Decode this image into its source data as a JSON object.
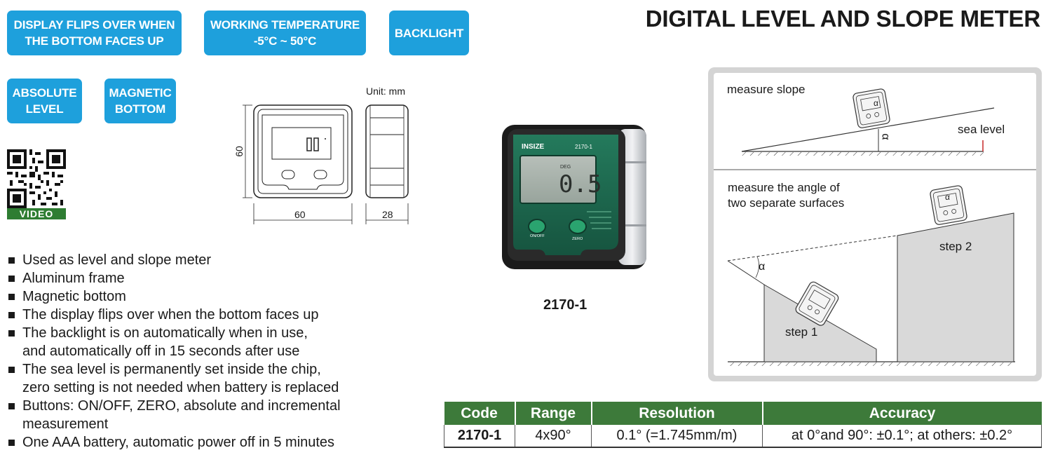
{
  "badges": [
    {
      "line1": "DISPLAY FLIPS OVER WHEN",
      "line2": "THE BOTTOM FACES UP"
    },
    {
      "line1": "WORKING TEMPERATURE",
      "line2": "-5°C ~ 50°C"
    },
    {
      "line1": "BACKLIGHT",
      "line2": ""
    },
    {
      "line1": "ABSOLUTE",
      "line2": "LEVEL"
    },
    {
      "line1": "MAGNETIC",
      "line2": "BOTTOM"
    }
  ],
  "title": "DIGITAL LEVEL AND SLOPE METER",
  "video_label": "VIDEO",
  "drawing": {
    "unit": "Unit: mm",
    "height_dim": "60",
    "width_dim": "60",
    "depth_dim": "28"
  },
  "features": [
    "Used as level and slope meter",
    "Aluminum frame",
    "Magnetic bottom",
    "The display flips over when the bottom faces up",
    "The backlight is on automatically when in use,",
    "and automatically off in 15 seconds after use",
    "The sea level is permanently set inside the chip,",
    "zero setting is not needed when battery is replaced",
    "Buttons: ON/OFF, ZERO, absolute and incremental",
    "measurement",
    "One AAA battery, automatic power off in 5 minutes"
  ],
  "product": {
    "brand": "INSIZE",
    "model_on_device": "2170-1",
    "display_unit": "DEG",
    "display_value": "0.5",
    "button_left": "ON/OFF",
    "button_right": "ZERO",
    "model_label": "2170-1"
  },
  "diagram": {
    "slope_label": "measure slope",
    "sea_level": "sea level",
    "alpha": "α",
    "angle_label_line1": "measure the angle of",
    "angle_label_line2": "two separate surfaces",
    "step1": "step 1",
    "step2": "step 2"
  },
  "table": {
    "headers": [
      "Code",
      "Range",
      "Resolution",
      "Accuracy"
    ],
    "rows": [
      [
        "2170-1",
        "4x90°",
        "0.1° (=1.745mm/m)",
        "at 0°and 90°: ±0.1°; at others: ±0.2°"
      ]
    ]
  },
  "colors": {
    "badge": "#1ea0dc",
    "table_header": "#3d7a3a",
    "device_face": "#1f6b50"
  }
}
